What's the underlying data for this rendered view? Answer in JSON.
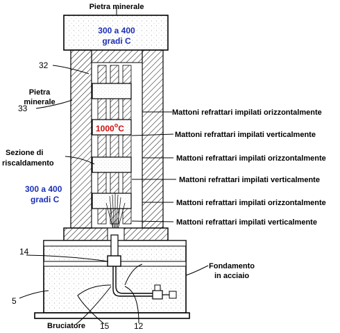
{
  "labels": {
    "top": "Pietra minerale",
    "top_temp_line1": "300 a  400",
    "top_temp_line2": "gradi    C",
    "ref_32": "32",
    "side_stone_line1": "Pietra",
    "side_stone_line2": "minerale",
    "ref_33": "33",
    "hot_temp_value": "1000",
    "hot_temp_deg": "o",
    "hot_temp_unit": "C",
    "heating_line1": "Sezione di",
    "heating_line2": "riscaldamento",
    "side_temp_line1": "300 a 400",
    "side_temp_line2": "gradi C",
    "ref_14": "14",
    "ref_5": "5",
    "burner": "Bruciatore",
    "ref_15": "15",
    "ref_12": "12",
    "foundation_line1": "Fondamento",
    "foundation_line2": "in acciaio"
  },
  "layer_labels": [
    "Mattoni refrattari impilati orizzontalmente",
    "Mattoni refrattari impilati verticalmente",
    "Mattoni refrattari impilati orizzontalmente",
    "Mattoni refrattari impilati verticalmente",
    "Mattoni refrattari impilati orizzontalmente",
    "Mattoni refrattari impilati verticalmente"
  ]
}
